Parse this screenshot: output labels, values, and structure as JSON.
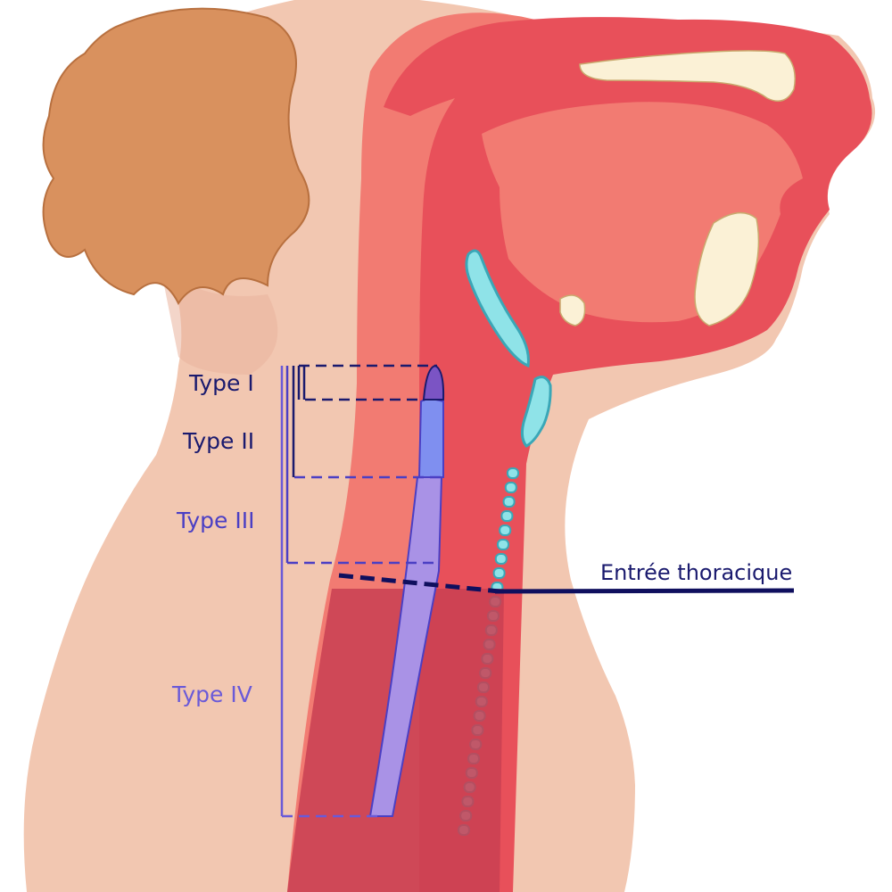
{
  "labels": {
    "type_i": "Type I",
    "type_ii": "Type II",
    "type_iii": "Type III",
    "type_iv": "Type IV",
    "thoracic_inlet": "Entrée thoracique"
  },
  "colors": {
    "skin": "#f2c7b1",
    "skin_shadow": "#e9b39c",
    "hair": "#d9915e",
    "hair_outline": "#b8703f",
    "tissue_light": "#f27b72",
    "tissue_dark": "#e8505a",
    "tissue_deep": "#c93f52",
    "bone": "#fbf1d6",
    "cartilage": "#8fe3e8",
    "cartilage_outline": "#3aa7b7",
    "type_dark": "#1a1a6e",
    "type_mid": "#4b3fc4",
    "type_light": "#6a5ad8",
    "fill_purple": "#a992e6",
    "fill_blue": "#7f8ff0",
    "fill_top": "#7b54c4",
    "inlet_line": "#0f0f5e"
  }
}
